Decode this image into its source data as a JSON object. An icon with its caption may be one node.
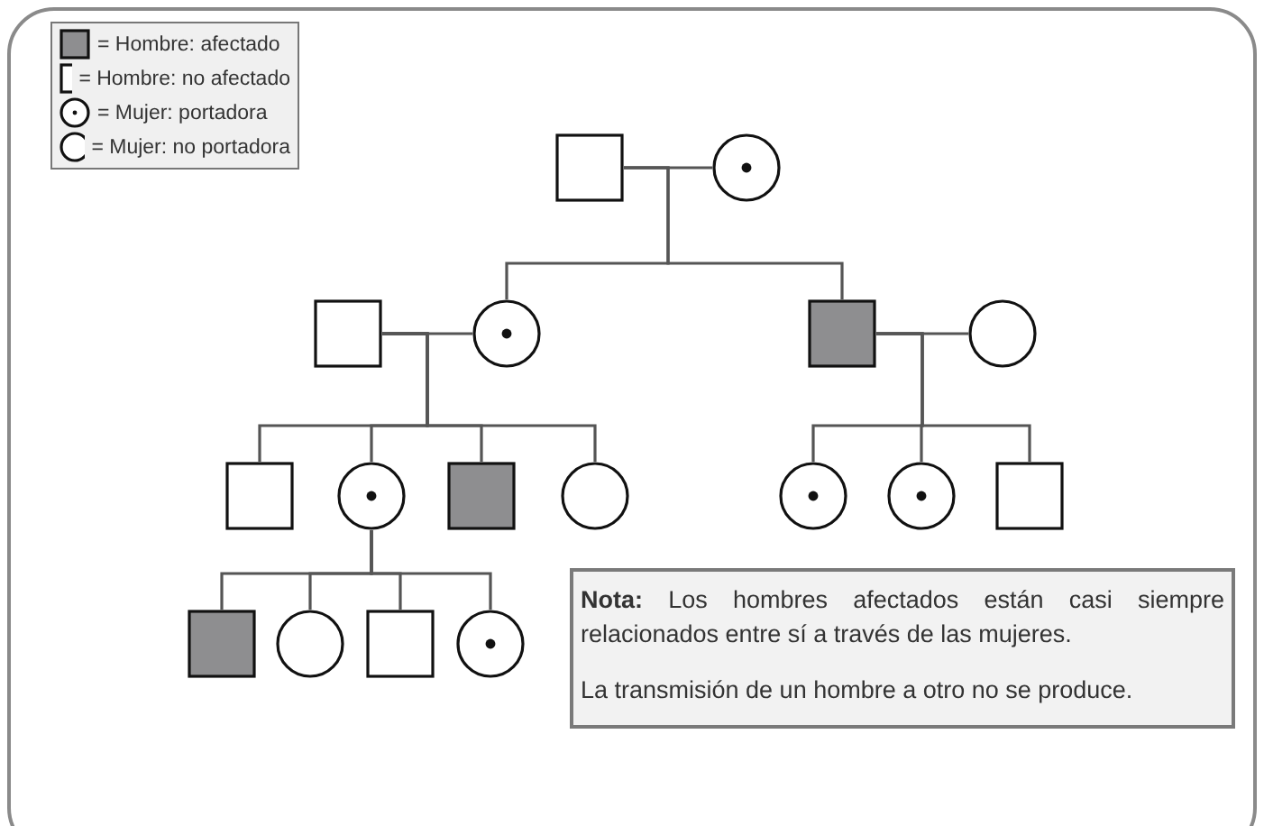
{
  "diagram": {
    "nodes": [
      {
        "text": [],
        "shape": "square"
      },
      {
        "text": [],
        "shape": "dot-circle"
      },
      {
        "text": [],
        "shape": "square"
      },
      {
        "text": [],
        "shape": "dot-circle"
      },
      {
        "text": [],
        "shape": "shaded-square"
      },
      {
        "text": [],
        "shape": "circle"
      },
      {
        "text": [],
        "shape": "square"
      },
      {
        "text": [],
        "shape": "dot-circle"
      },
      {
        "text": [],
        "shape": "shaded-square"
      },
      {
        "text": [],
        "shape": "circle"
      },
      {
        "text": [],
        "shape": "dot-circle"
      },
      {
        "text": [],
        "shape": "dot-circle"
      },
      {
        "text": [],
        "shape": "square"
      },
      {
        "text": [],
        "shape": "shaded-square"
      },
      {
        "text": [],
        "shape": "circle"
      },
      {
        "text": [],
        "shape": "square"
      },
      {
        "text": [],
        "shape": "dot-circle"
      },
      {
        "text": [
          "**Nota:** Los hombres afectados están casi siempre relacionados entre sí a través de las mujeres.",
          "La transmisión de un hombre a otro no se produce."
        ]
      }
    ],
    "edges": [
      {
        "from": 0,
        "to": 1,
        "arrow": "none"
      },
      {
        "from": 0,
        "to": 3,
        "arrow": "none"
      },
      {
        "from": 0,
        "to": 4,
        "arrow": "none"
      },
      {
        "from": 2,
        "to": 3,
        "arrow": "none"
      },
      {
        "from": 2,
        "to": 6,
        "arrow": "none"
      },
      {
        "from": 2,
        "to": 7,
        "arrow": "none"
      },
      {
        "from": 2,
        "to": 8,
        "arrow": "none"
      },
      {
        "from": 2,
        "to": 9,
        "arrow": "none"
      },
      {
        "from": 4,
        "to": 5,
        "arrow": "none"
      },
      {
        "from": 4,
        "to": 10,
        "arrow": "none"
      },
      {
        "from": 4,
        "to": 11,
        "arrow": "none"
      },
      {
        "from": 4,
        "to": 12,
        "arrow": "none"
      },
      {
        "from": 7,
        "to": 13,
        "arrow": "none"
      },
      {
        "from": 7,
        "to": 14,
        "arrow": "none"
      },
      {
        "from": 7,
        "to": 15,
        "arrow": "none"
      },
      {
        "from": 7,
        "to": 16,
        "arrow": "none"
      }
    ],
    "legend": [
      {
        "text": "= Hombre: afectado"
      },
      {
        "text": "= Hombre: no afectado"
      },
      {
        "text": "= Mujer: portadora"
      },
      {
        "text": "= Mujer: no portadora"
      }
    ]
  }
}
